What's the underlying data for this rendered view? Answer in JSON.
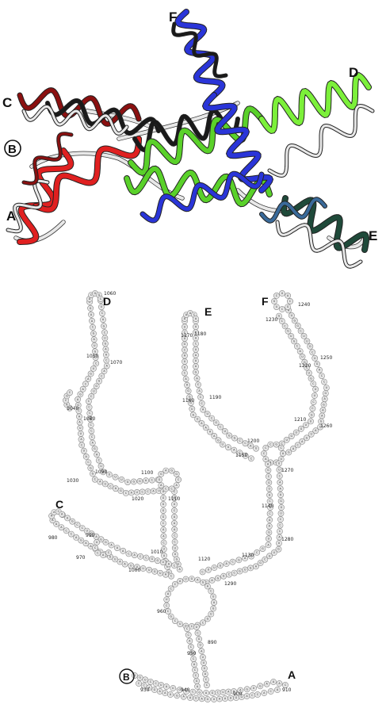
{
  "structure": {
    "labels": {
      "a": "A",
      "b": "B",
      "c": "C",
      "d": "D",
      "e": "E",
      "f": "F"
    },
    "colors": {
      "helix_a_red": "#e02020",
      "dark_red": "#8b1010",
      "black_helix": "#1a1a1a",
      "white_helix": "#e8e8e8",
      "green_helix": "#5ad12a",
      "bright_green": "#7cf03a",
      "blue_helix": "#2a35d8",
      "dark_teal": "#1f4a3a",
      "nucleotide_fill": "#e6e6e6",
      "nucleotide_stroke": "#888888"
    }
  },
  "secondary": {
    "labels": {
      "a": "A",
      "b": "B",
      "c": "C",
      "d": "D",
      "e": "E",
      "f": "F"
    },
    "numbers": [
      "910",
      "900",
      "890",
      "940",
      "950",
      "930",
      "960",
      "970",
      "980",
      "990",
      "1000",
      "1010",
      "1020",
      "1030",
      "1040",
      "1050",
      "1060",
      "1070",
      "1080",
      "1090",
      "1100",
      "1110",
      "1120",
      "1130",
      "1140",
      "1150",
      "1160",
      "1170",
      "1180",
      "1190",
      "1200",
      "1210",
      "1220",
      "1230",
      "1240",
      "1250",
      "1260",
      "1270",
      "1280",
      "1290"
    ]
  }
}
